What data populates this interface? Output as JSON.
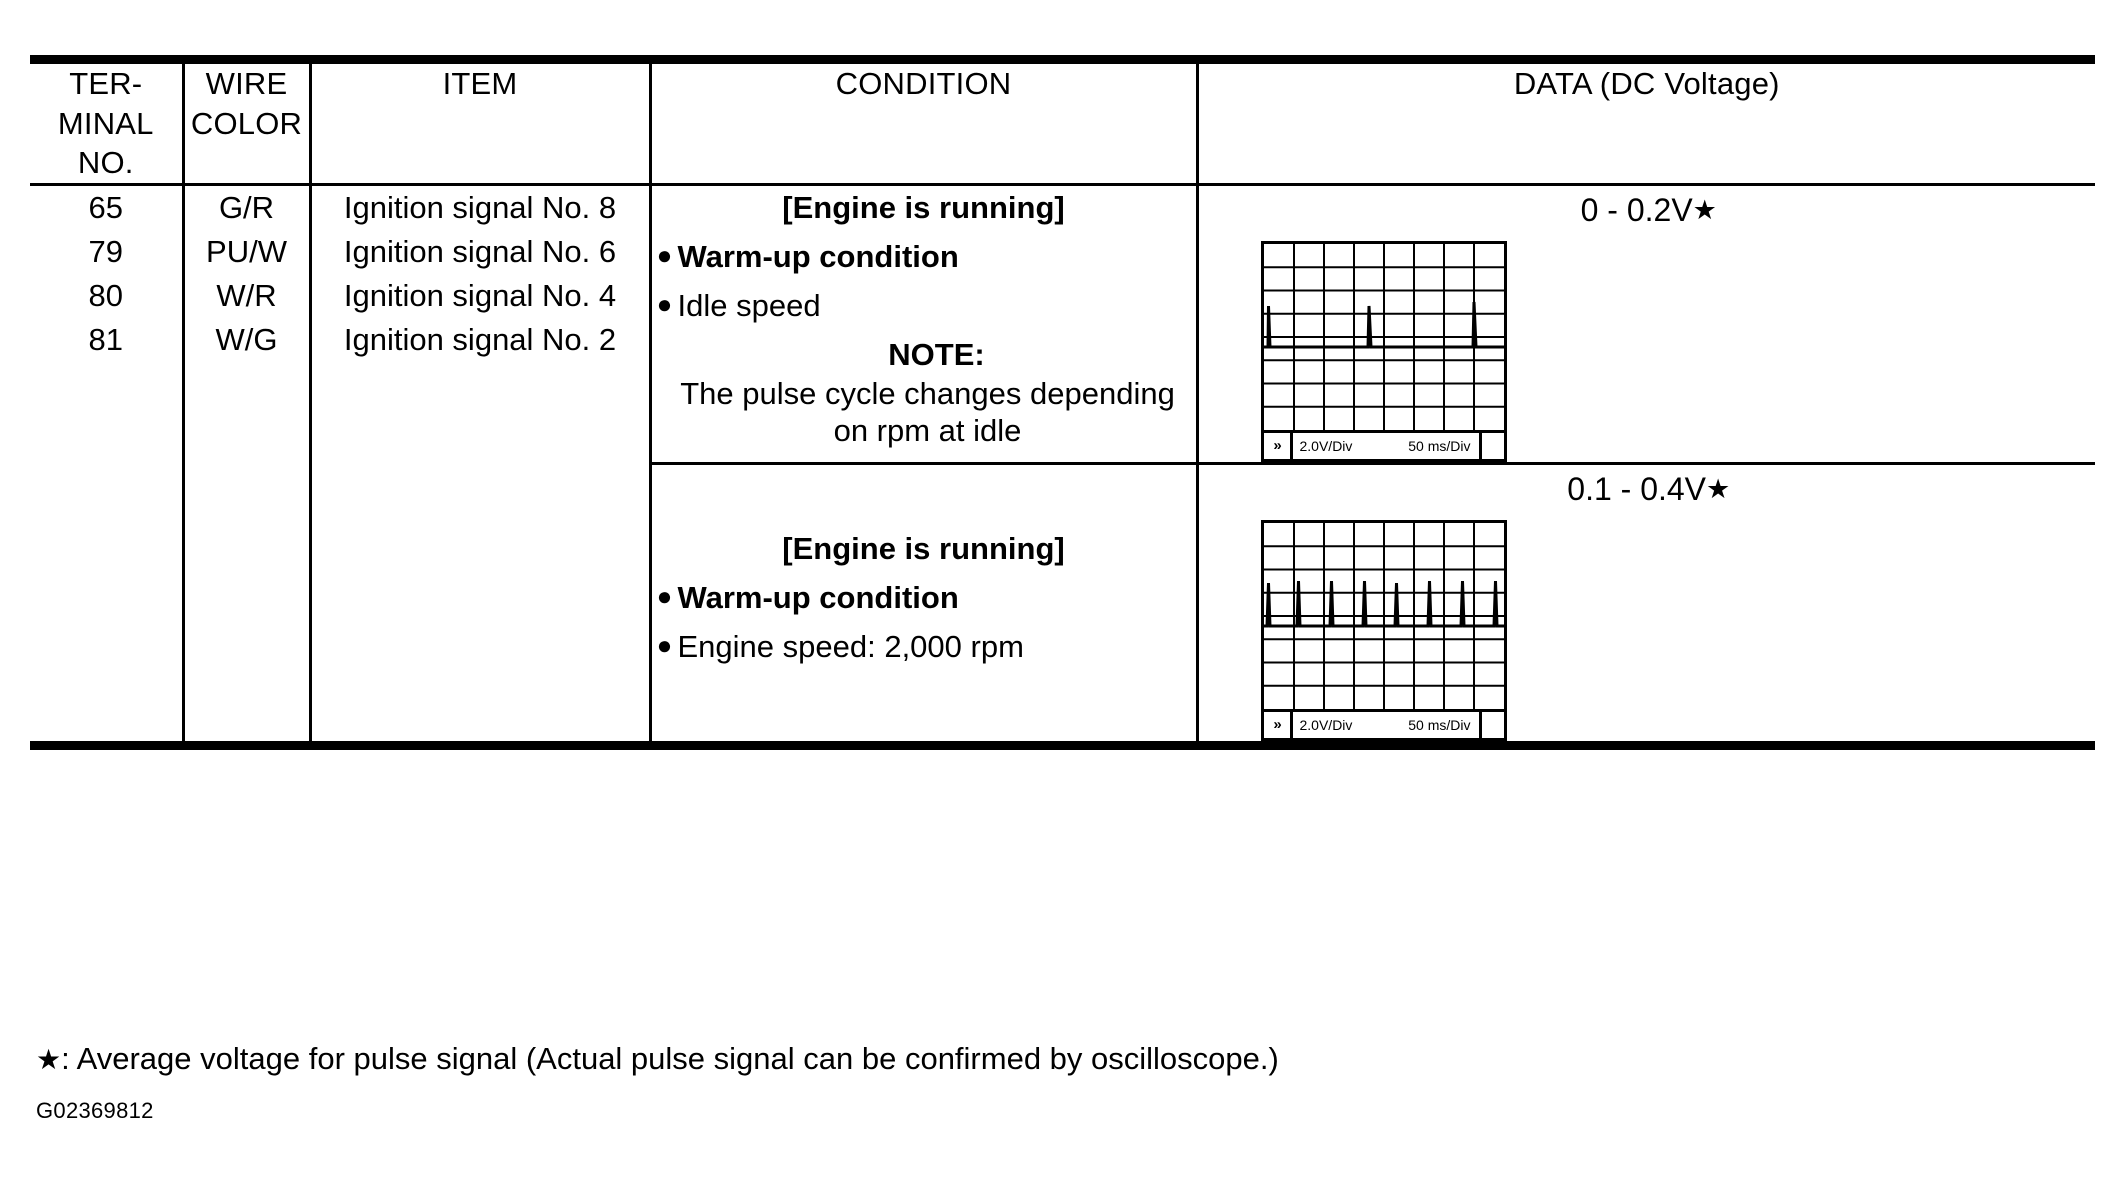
{
  "document": {
    "footnote": ": Average voltage for pulse signal (Actual pulse signal can be confirmed by oscilloscope.)",
    "footnote_marker": "★",
    "doc_id": "G02369812"
  },
  "table": {
    "headers": {
      "terminal_no": [
        "TER-",
        "MINAL",
        "NO."
      ],
      "terminal_no_text": "TER- MINAL NO.",
      "wire_color": [
        "WIRE",
        "COLOR"
      ],
      "wire_color_text": "WIRE COLOR",
      "item": "ITEM",
      "condition": "CONDITION",
      "data": "DATA (DC Voltage)"
    },
    "rows": [
      {
        "terminals": [
          "65",
          "79",
          "80",
          "81"
        ],
        "wire_colors": [
          "G/R",
          "PU/W",
          "W/R",
          "W/G"
        ],
        "items": [
          "Ignition signal No. 8",
          "Ignition signal No. 6",
          "Ignition signal No. 4",
          "Ignition signal No. 2"
        ],
        "conditions": [
          {
            "heading": "[Engine is running]",
            "bullets": [
              {
                "text": "Warm-up condition",
                "bold": true
              },
              {
                "text": "Idle speed",
                "bold": false
              }
            ],
            "note_title": "NOTE:",
            "note_body": "The pulse cycle changes depending on rpm at idle",
            "data": {
              "voltage": "0 - 0.2V",
              "star": "★",
              "scope": {
                "volts_per_div": "2.0V/Div",
                "time_per_div": "50 ms/Div",
                "arrow_icon": "»"
              }
            }
          },
          {
            "heading": "[Engine is running]",
            "bullets": [
              {
                "text": "Warm-up condition",
                "bold": true
              },
              {
                "text": "Engine speed: 2,000 rpm",
                "bold": false
              }
            ],
            "note_title": "",
            "note_body": "",
            "data": {
              "voltage": "0.1 - 0.4V",
              "star": "★",
              "scope": {
                "volts_per_div": "2.0V/Div",
                "time_per_div": "50 ms/Div",
                "arrow_icon": "»"
              }
            }
          }
        ]
      }
    ]
  },
  "chart_data": [
    {
      "type": "line",
      "title": "Ignition signal at idle - oscilloscope trace",
      "xlabel": "50 ms/Div",
      "ylabel": "2.0V/Div",
      "grid": true,
      "grid_cols": 8,
      "grid_rows": 8,
      "baseline_div_from_top": 3.0,
      "pulse_positions_div": [
        0.12,
        3.6,
        7.1
      ],
      "pulse_height_div": 1.35,
      "pulse_count": 3,
      "legend": "none"
    },
    {
      "type": "line",
      "title": "Ignition signal at 2,000 rpm - oscilloscope trace",
      "xlabel": "50 ms/Div",
      "ylabel": "2.0V/Div",
      "grid": true,
      "grid_cols": 8,
      "grid_rows": 8,
      "baseline_div_from_top": 3.0,
      "pulse_positions_div": [
        0.15,
        1.2,
        2.3,
        3.35,
        4.45,
        5.5,
        6.6,
        7.7
      ],
      "pulse_height_div": 1.35,
      "pulse_count": 8,
      "legend": "none"
    }
  ]
}
